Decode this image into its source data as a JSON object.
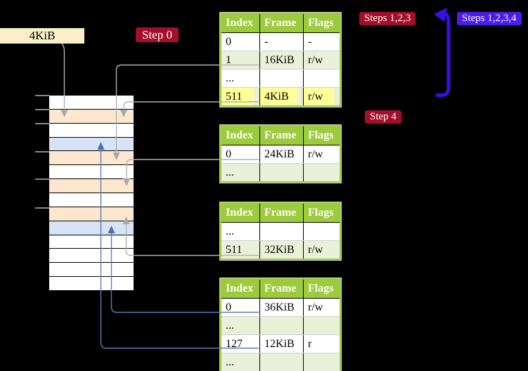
{
  "labels": {
    "page_size": "4KiB",
    "step0": "Step 0",
    "steps123": "Steps 1,2,3",
    "steps1234": "Steps 1,2,3,4",
    "step4": "Step 4"
  },
  "colors": {
    "bg": "#000000",
    "accent-red": "#a50e2b",
    "accent-blue": "#4b1cee",
    "arrow-blue": "#3a10e2",
    "table-green": "#9ccb3c",
    "row-green": "#ebf1d9",
    "highlight": "#ffff99",
    "stripe-orange": "#fde7ce",
    "stripe-blue": "#d6e4f6",
    "wheat": "#faf0c8",
    "connector-gray": "#a8a8a8",
    "connector-blue": "#5c7db3"
  },
  "memory": {
    "rows": [
      "plain",
      "pagetable",
      "plain",
      "frame",
      "pagetable",
      "plain",
      "pagetable",
      "plain",
      "pagetable",
      "frame",
      "plain",
      "plain",
      "plain",
      "plain"
    ],
    "tick_offsets": [
      0,
      20,
      40,
      80,
      119,
      160
    ]
  },
  "tables": [
    {
      "name": "level-4-page-table",
      "headers": [
        "Index",
        "Frame",
        "Flags"
      ],
      "rows": [
        {
          "cells": [
            "0",
            "-",
            "-"
          ]
        },
        {
          "cells": [
            "1",
            "16KiB",
            "r/w"
          ],
          "shaded": true
        },
        {
          "cells": [
            "...",
            "",
            ""
          ]
        },
        {
          "cells": [
            "511",
            "4KiB",
            "r/w"
          ],
          "shaded": true,
          "highlight": true
        }
      ]
    },
    {
      "name": "level-3-page-table",
      "headers": [
        "Index",
        "Frame",
        "Flags"
      ],
      "rows": [
        {
          "cells": [
            "0",
            "24KiB",
            "r/w"
          ]
        },
        {
          "cells": [
            "...",
            "",
            ""
          ],
          "shaded": true
        }
      ]
    },
    {
      "name": "level-2-page-table",
      "headers": [
        "Index",
        "Frame",
        "Flags"
      ],
      "rows": [
        {
          "cells": [
            "...",
            "",
            ""
          ]
        },
        {
          "cells": [
            "511",
            "32KiB",
            "r/w"
          ],
          "shaded": true
        }
      ]
    },
    {
      "name": "level-1-page-table",
      "headers": [
        "Index",
        "Frame",
        "Flags"
      ],
      "rows": [
        {
          "cells": [
            "0",
            "36KiB",
            "r/w"
          ]
        },
        {
          "cells": [
            "...",
            "",
            ""
          ],
          "shaded": true
        },
        {
          "cells": [
            "127",
            "12KiB",
            "r"
          ]
        },
        {
          "cells": [
            "...",
            "",
            ""
          ],
          "shaded": true
        }
      ]
    }
  ]
}
